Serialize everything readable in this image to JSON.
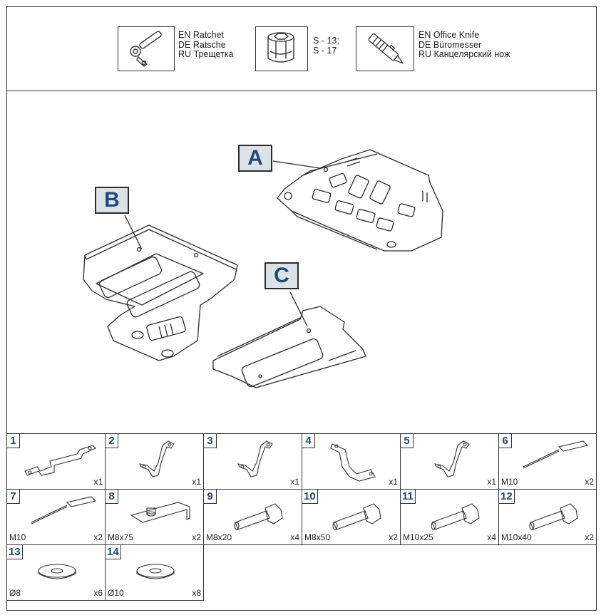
{
  "tools": {
    "ratchet": {
      "icon": "ratchet-icon",
      "lines": [
        "EN Ratchet",
        "DE Ratsche",
        "RU Трещетка"
      ]
    },
    "socket": {
      "icon": "socket-icon",
      "lines": [
        "S - 13;",
        "S - 17"
      ]
    },
    "knife": {
      "icon": "office-knife-icon",
      "lines": [
        "EN Office Knife",
        "DE Büromesser",
        "RU Канцелярский нож"
      ]
    }
  },
  "parts": {
    "A": "A",
    "B": "B",
    "C": "C"
  },
  "hardware": [
    {
      "num": "1",
      "spec": "",
      "qty": "x1",
      "icon": "bracket-long-icon"
    },
    {
      "num": "2",
      "spec": "",
      "qty": "x1",
      "icon": "bracket-angled-icon"
    },
    {
      "num": "3",
      "spec": "",
      "qty": "x1",
      "icon": "bracket-angled-icon"
    },
    {
      "num": "4",
      "spec": "",
      "qty": "x1",
      "icon": "bracket-u-icon"
    },
    {
      "num": "5",
      "spec": "",
      "qty": "x1",
      "icon": "bracket-angled-icon"
    },
    {
      "num": "6",
      "spec": "M10",
      "qty": "x2",
      "icon": "wire-insert-icon"
    },
    {
      "num": "7",
      "spec": "M10",
      "qty": "x2",
      "icon": "wire-insert-icon"
    },
    {
      "num": "8",
      "spec": "M8x75",
      "qty": "x2",
      "icon": "plate-nut-icon"
    },
    {
      "num": "9",
      "spec": "M8x20",
      "qty": "x4",
      "icon": "bolt-icon"
    },
    {
      "num": "10",
      "spec": "M8x50",
      "qty": "x2",
      "icon": "bolt-icon"
    },
    {
      "num": "11",
      "spec": "M10x25",
      "qty": "x4",
      "icon": "bolt-icon"
    },
    {
      "num": "12",
      "spec": "M10x40",
      "qty": "x2",
      "icon": "bolt-icon"
    },
    {
      "num": "13",
      "spec": "Ø8",
      "qty": "x6",
      "icon": "washer-icon"
    },
    {
      "num": "14",
      "spec": "Ø10",
      "qty": "x8",
      "icon": "washer-icon"
    }
  ]
}
